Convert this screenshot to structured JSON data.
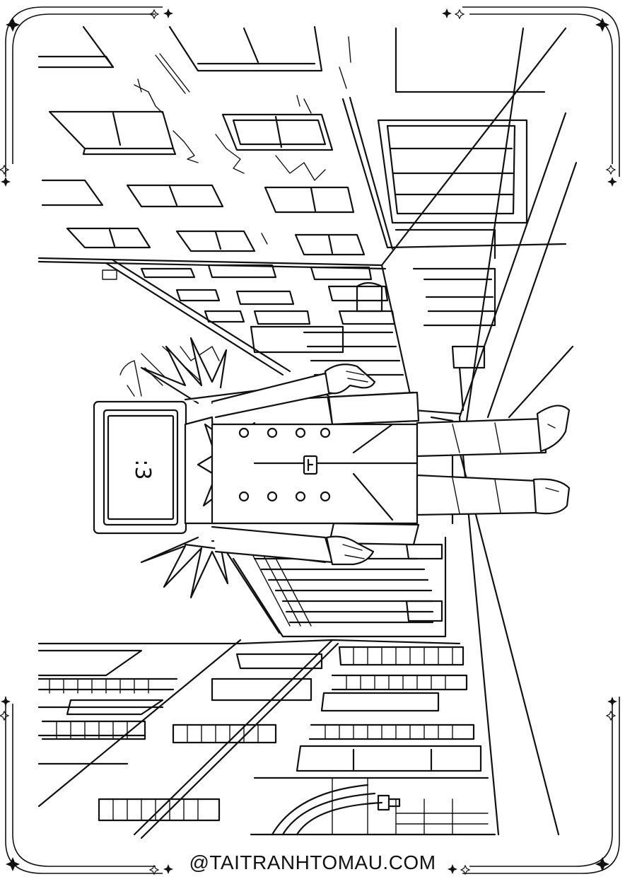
{
  "face_text": ":3",
  "watermark": "@TAITRANHTOMAU.COM",
  "colors": {
    "ink": "#111111",
    "paper": "#ffffff"
  },
  "icons": [
    "sparkle-icon",
    "corner-ornament"
  ]
}
